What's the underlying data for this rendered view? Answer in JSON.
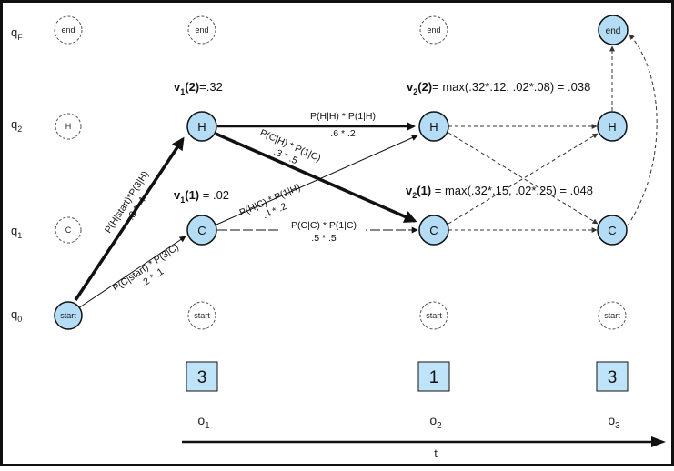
{
  "states": [
    {
      "id": "qF",
      "label": "q",
      "sub": "F"
    },
    {
      "id": "q2",
      "label": "q",
      "sub": "2"
    },
    {
      "id": "q1",
      "label": "q",
      "sub": "1"
    },
    {
      "id": "q0",
      "label": "q",
      "sub": "0"
    }
  ],
  "ghost_nodes": {
    "end": "end",
    "H": "H",
    "C": "C",
    "start": "start"
  },
  "nodes": {
    "start": "start",
    "H": "H",
    "C": "C",
    "end": "end"
  },
  "viterbi": {
    "v1_2": {
      "sym": "v",
      "sub": "1",
      "arg": "(2)",
      "rest": "=.32"
    },
    "v1_1": {
      "sym": "v",
      "sub": "1",
      "arg": "(1)",
      "rest": " = .02"
    },
    "v2_2": {
      "sym": "v",
      "sub": "2",
      "arg": "(2)",
      "rest": "= max(.32*.12, .02*.08) = .038"
    },
    "v2_1": {
      "sym": "v",
      "sub": "2",
      "arg": "(1)",
      "rest": " = max(.32*.15, .02*.25) = .048"
    }
  },
  "edge_labels": {
    "start_H_1": "P(H|start)*P(3|H)",
    "start_H_2": ".8 * .4",
    "start_C_1": "P(C|start) * P(3|C)",
    "start_C_2": ".2 * .1",
    "H_H_1": "P(H|H) * P(1|H)",
    "H_H_2": ".6 * .2",
    "H_C_1": "P(C|H) * P(1|C)",
    "H_C_2": ".3 * .5",
    "C_H_1": "P(H|C) * P(1|H)",
    "C_H_2": ".4 * .2",
    "C_C_1": "P(C|C) * P(1|C)",
    "C_C_2": ".5 * .5"
  },
  "observations": [
    {
      "value": "3",
      "label": "o",
      "sub": "1"
    },
    {
      "value": "1",
      "label": "o",
      "sub": "2"
    },
    {
      "value": "3",
      "label": "o",
      "sub": "3"
    }
  ],
  "time_axis_label": "t",
  "colors": {
    "node_fill": "#b5dcf5",
    "obs_fill": "#bfe3f8",
    "stroke": "#1a1a1a",
    "dashed": "#555555"
  }
}
